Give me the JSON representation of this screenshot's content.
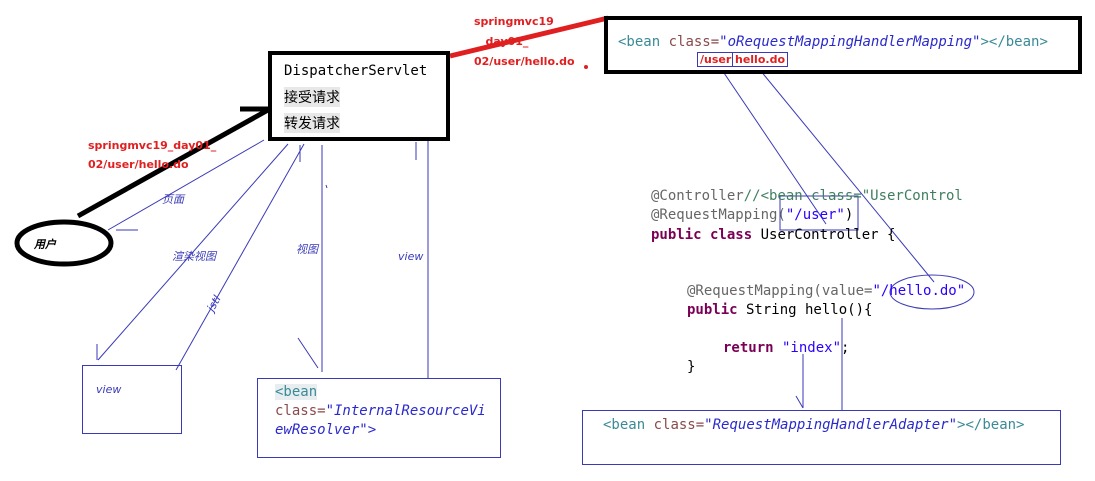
{
  "dispatcher": {
    "title": "DispatcherServlet",
    "line1": "接受请求",
    "line2": "转发请求"
  },
  "mapping": {
    "open": "<bean",
    "attr": "class=",
    "value": "\"oRequestMappingHandlerMapping\"",
    "close": "></bean>"
  },
  "url_top": {
    "line1": "springmvc19",
    "line2": "_day01_",
    "line3": "02/user/hello.do"
  },
  "url_left": {
    "line1": "springmvc19_day01_",
    "line2": "02/user/hello.do"
  },
  "url_parts": {
    "user": "/user",
    "hello": "hello.do"
  },
  "user_label": "用户",
  "edge_labels": {
    "page": "页面",
    "render_view": "渲染视图",
    "jstl": "jstl",
    "view_label": "视图",
    "view_right": "view"
  },
  "view_box": "view",
  "resolver": {
    "line1": "<bean",
    "line2_attr": "class=",
    "line2_val": "\"InternalResourceVi",
    "line3": "ewResolver\">"
  },
  "adapter": {
    "open": "<bean",
    "attr": "class=",
    "value": "\"RequestMappingHandlerAdapter\"",
    "close": "></bean>"
  },
  "code": {
    "l1_ann": "@Controller",
    "l1_comment": "//<bean class=\"UserControl",
    "l2_ann": "@RequestMapping(",
    "l2_str": "\"/user\"",
    "l2_end": ")",
    "l3_kw": "public class",
    "l3_rest": " UserController {",
    "l4_ann": "@RequestMapping(value=",
    "l4_str": "\"/hello.do\"",
    "l5_kw": "public",
    "l5_rest": " String hello(){",
    "l6_kw": "return",
    "l6_str": " \"index\"",
    "l6_end": ";",
    "l7": "}"
  }
}
